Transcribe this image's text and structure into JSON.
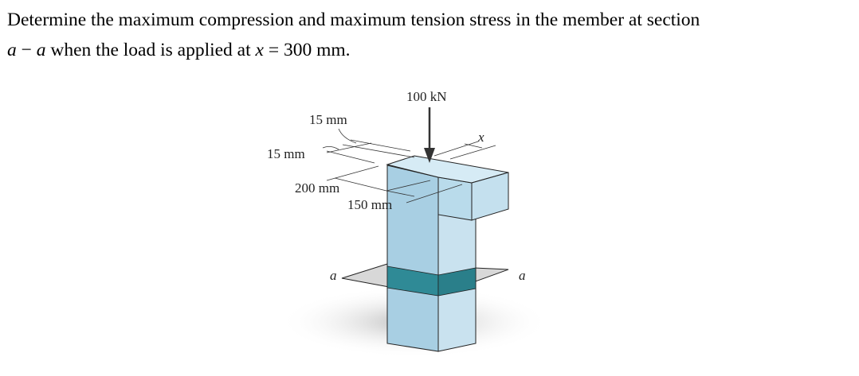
{
  "question": {
    "line1": "Determine the maximum compression and maximum tension stress in the member at section",
    "line2_math_a1": "a",
    "line2_dash": " − ",
    "line2_math_a2": "a",
    "line2_text": " when the load is applied at ",
    "line2_math_x": "x",
    "line2_eq": " = 300 mm."
  },
  "figure": {
    "load_label": "100 kN",
    "dim_15mm_top": "15 mm",
    "dim_15mm_left": "15 mm",
    "dim_200mm": "200 mm",
    "dim_150mm": "150 mm",
    "x_label": "x",
    "section_left": "a",
    "section_right": "a",
    "colors": {
      "face_light": "#c9e2ef",
      "face_mid": "#a8cfe3",
      "section": "#2f8a96"
    }
  }
}
